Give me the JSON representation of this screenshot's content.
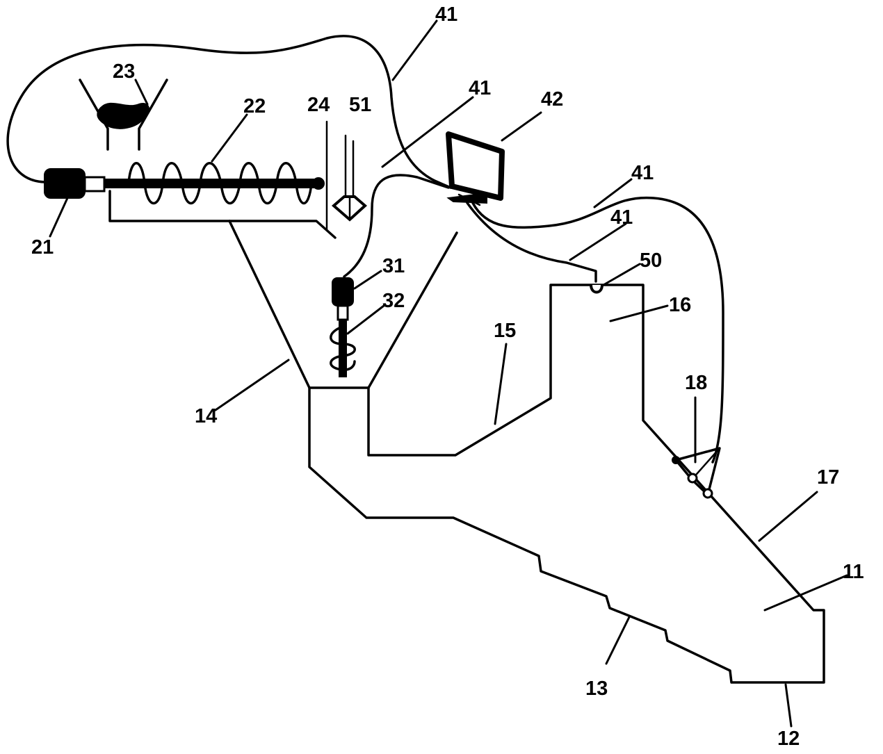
{
  "labels": {
    "l11": "11",
    "l12": "12",
    "l13": "13",
    "l14": "14",
    "l15": "15",
    "l16": "16",
    "l17": "17",
    "l18": "18",
    "l21": "21",
    "l22": "22",
    "l23": "23",
    "l24": "24",
    "l31": "31",
    "l32": "32",
    "l41a": "41",
    "l41b": "41",
    "l41c": "41",
    "l41d": "41",
    "l42": "42",
    "l50": "50",
    "l51": "51"
  }
}
